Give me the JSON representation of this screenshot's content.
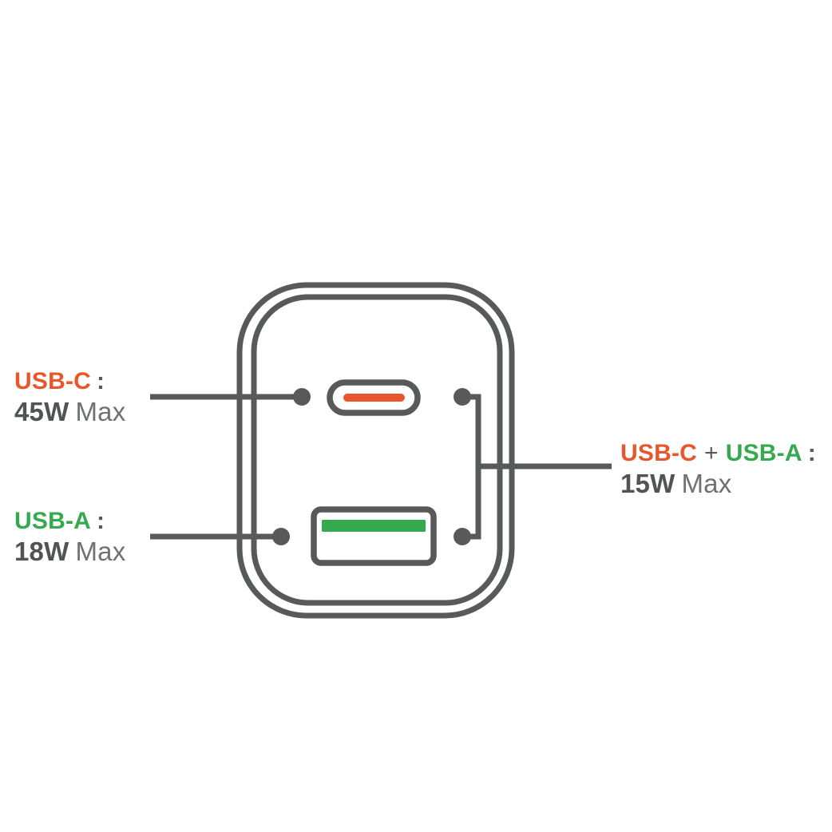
{
  "colors": {
    "bg": "#FFFFFF",
    "line": "#58595B",
    "orange": "#E9562C",
    "green": "#35A94E",
    "watt": "#515356",
    "max": "#6E7072"
  },
  "labels": {
    "usb_c_port": {
      "name": "USB-C",
      "separator": ":",
      "power": "45W",
      "suffix": "Max"
    },
    "usb_a_port": {
      "name": "USB-A",
      "separator": ":",
      "power": "18W",
      "suffix": "Max"
    },
    "combined_ports": {
      "name_1": "USB-C",
      "joiner": "+",
      "name_2": "USB-A",
      "separator": ":",
      "power": "15W",
      "suffix": "Max"
    }
  }
}
